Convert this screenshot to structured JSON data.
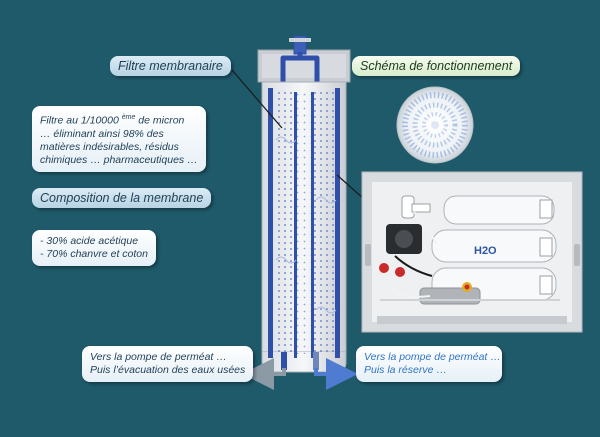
{
  "labels": {
    "filter_title": "Filtre membranaire",
    "schema_title": "Schéma de fonctionnement",
    "composition_title": "Composition de la membrane"
  },
  "micron_note": {
    "prefix": "Filtre au 1/10000",
    "superscript": "ème",
    "suffix": " de micron",
    "lines": [
      "… éliminant ainsi 98% des",
      "matières indésirables, résidus",
      "chimiques … pharmaceutiques …"
    ]
  },
  "composition_items": [
    "- 30% acide acétique",
    "- 70% chanvre et coton"
  ],
  "outlet_left": [
    "Vers la pompe de perméat …",
    "Puis l’évacuation des eaux usées"
  ],
  "outlet_right": [
    "Vers la pompe de perméat …",
    "Puis la réserve …"
  ],
  "colors": {
    "background": "#1f5a6b",
    "membrane_blue": "#2f4fa8",
    "arrow_grey": "#8c9aa6",
    "arrow_blue": "#4f7bd0"
  },
  "photo_brand_logo": "H2O"
}
